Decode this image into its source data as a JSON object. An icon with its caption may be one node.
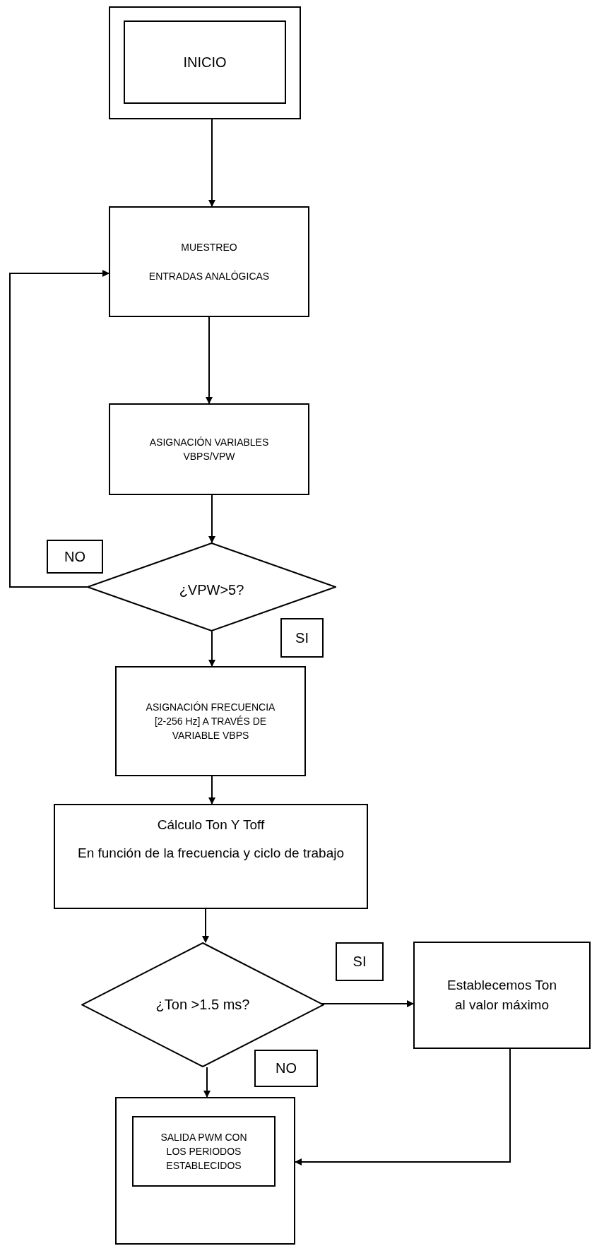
{
  "diagram": {
    "nodes": [
      {
        "text": [],
        "shape": "box"
      },
      {
        "text": [
          "INICIO"
        ],
        "in": 0
      },
      {
        "text": [
          "MUESTREO",
          "ENTRADAS ANALÓGICAS"
        ]
      },
      {
        "text": [
          "ASIGNACIÓN VARIABLES VBPS/VPW"
        ]
      },
      {
        "text": [
          "¿VPW>5?"
        ]
      },
      {
        "text": [
          "ASIGNACIÓN FRECUENCIA [2-256 Hz] A TRAVÉS DE VARIABLE VBPS"
        ]
      },
      {
        "text": [
          "Cálculo Ton Y Toff",
          "En función de la frecuencia y ciclo de trabajo"
        ]
      },
      {
        "text": [
          "¿Ton >1.5 ms?"
        ]
      },
      {
        "text": [
          "Establecemos Ton al valor máximo"
        ]
      },
      {
        "text": [],
        "shape": "box"
      },
      {
        "text": [
          "SALIDA PWM CON LOS PERIODOS ESTABLECIDOS"
        ],
        "in": 9
      },
      {
        "text": [
          "NO"
        ]
      },
      {
        "text": [
          "SI"
        ]
      },
      {
        "text": [
          "SI"
        ]
      },
      {
        "text": [
          "NO"
        ]
      }
    ],
    "edges": [
      {
        "from": 0,
        "to": 2,
        "arrow": "to"
      },
      {
        "from": 2,
        "to": 3,
        "arrow": "to"
      },
      {
        "from": 3,
        "to": 4,
        "arrow": "to"
      },
      {
        "from": 4,
        "to": 2,
        "arrow": "to"
      },
      {
        "from": 4,
        "to": 5,
        "arrow": "to"
      },
      {
        "from": 5,
        "to": 6,
        "arrow": "to"
      },
      {
        "from": 6,
        "to": 7,
        "arrow": "to"
      },
      {
        "from": 7,
        "to": 8,
        "arrow": "to"
      },
      {
        "from": 7,
        "to": 9,
        "arrow": "to"
      },
      {
        "from": 8,
        "to": 9,
        "arrow": "to"
      }
    ]
  }
}
